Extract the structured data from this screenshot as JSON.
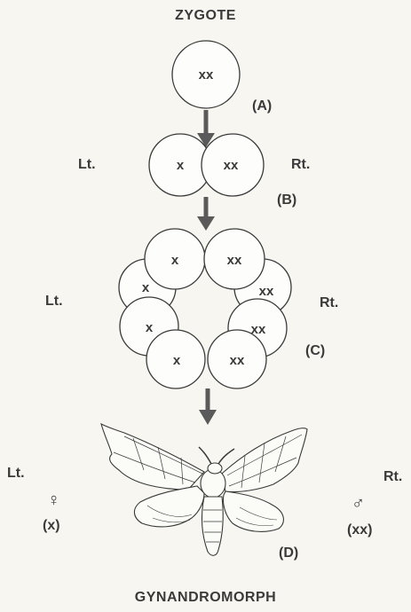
{
  "title_top": "ZYGOTE",
  "title_bottom": "GYNANDROMORPH",
  "stage_labels": {
    "a": "(A)",
    "b": "(B)",
    "c": "(C)",
    "d": "(D)"
  },
  "sides": {
    "left": "Lt.",
    "right": "Rt."
  },
  "cells": {
    "zygote": "xx",
    "two_cell_left": "x",
    "two_cell_right": "xx",
    "eight_cell_left": [
      "x",
      "x",
      "x",
      "x"
    ],
    "eight_cell_right": [
      "xx",
      "xx",
      "xx",
      "xx"
    ]
  },
  "moth": {
    "female_symbol": "♀",
    "female_genotype": "(x)",
    "male_symbol": "♂",
    "male_genotype": "(xx)"
  },
  "colors": {
    "stroke": "#3a3a3a",
    "arrow": "#5a5a5a",
    "paper": "#f7f6f1"
  }
}
